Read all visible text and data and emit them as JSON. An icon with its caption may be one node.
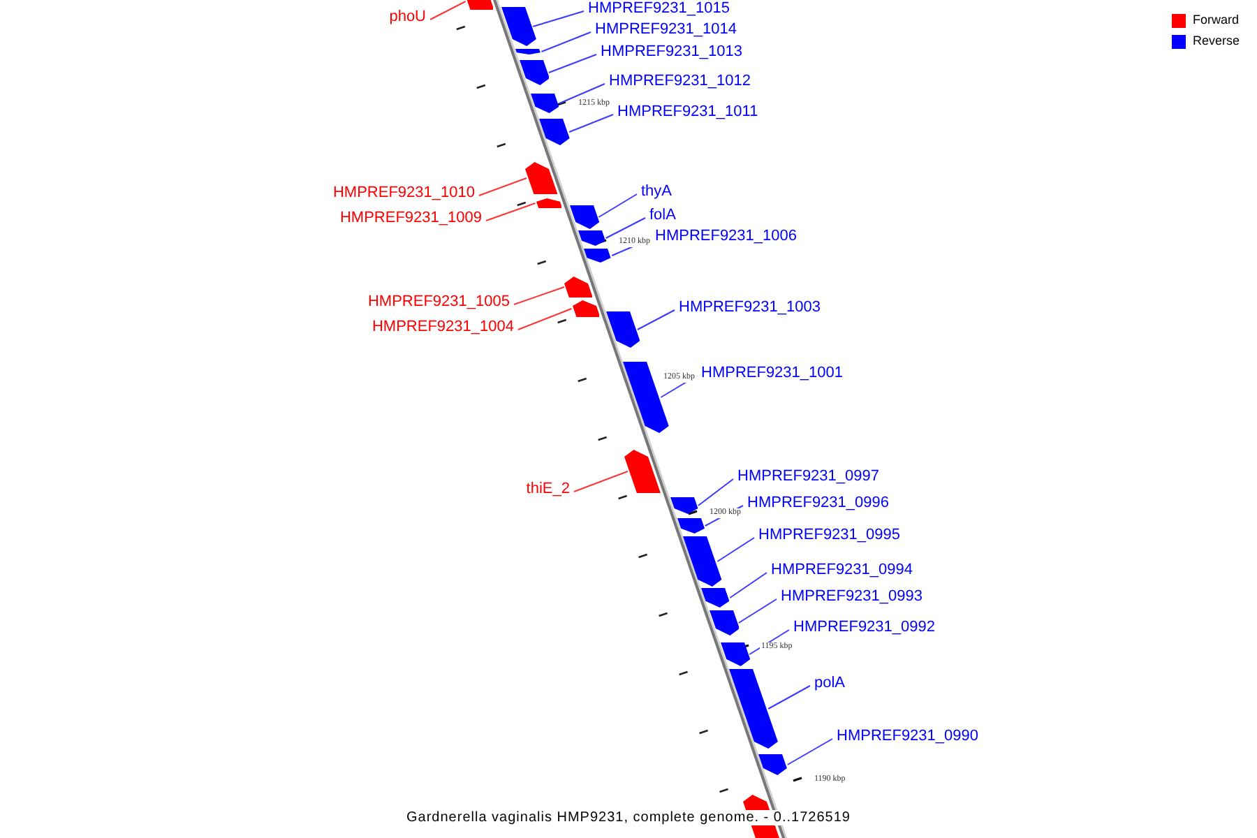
{
  "diagram": {
    "caption": "Gardnerella vaginalis HMP9231, complete genome. - 0..1726519",
    "nodes": [
      {
        "text": [
          "phoU"
        ]
      },
      {
        "text": [
          "HMPREF9231_1015"
        ]
      },
      {
        "text": [
          "HMPREF9231_1014"
        ]
      },
      {
        "text": [
          "HMPREF9231_1013"
        ]
      },
      {
        "text": [
          "HMPREF9231_1012"
        ]
      },
      {
        "text": [
          "HMPREF9231_1011"
        ]
      },
      {
        "text": [
          "HMPREF9231_1010"
        ]
      },
      {
        "text": [
          "HMPREF9231_1009"
        ]
      },
      {
        "text": [
          "thyA"
        ]
      },
      {
        "text": [
          "folA"
        ]
      },
      {
        "text": [
          "HMPREF9231_1006"
        ]
      },
      {
        "text": [
          "HMPREF9231_1005"
        ]
      },
      {
        "text": [
          "HMPREF9231_1004"
        ]
      },
      {
        "text": [
          "HMPREF9231_1003"
        ]
      },
      {
        "text": [
          "HMPREF9231_1001"
        ]
      },
      {
        "text": [
          "thiE_2"
        ]
      },
      {
        "text": [
          "HMPREF9231_0997"
        ]
      },
      {
        "text": [
          "HMPREF9231_0996"
        ]
      },
      {
        "text": [
          "HMPREF9231_0995"
        ]
      },
      {
        "text": [
          "HMPREF9231_0994"
        ]
      },
      {
        "text": [
          "HMPREF9231_0993"
        ]
      },
      {
        "text": [
          "HMPREF9231_0992"
        ]
      },
      {
        "text": [
          "polA"
        ]
      },
      {
        "text": [
          "HMPREF9231_0990"
        ]
      },
      {
        "text": [],
        "shape": "bar"
      },
      {
        "text": [],
        "shape": "bar"
      },
      {
        "text": [],
        "shape": "bar"
      },
      {
        "text": [],
        "shape": "bar"
      },
      {
        "text": [],
        "shape": "bar"
      },
      {
        "text": [],
        "shape": "bar"
      },
      {
        "text": [],
        "shape": "bar"
      },
      {
        "text": [],
        "shape": "bar"
      },
      {
        "text": [],
        "shape": "bar"
      },
      {
        "text": [],
        "shape": "bar"
      },
      {
        "text": [],
        "shape": "bar"
      },
      {
        "text": [],
        "shape": "bar"
      },
      {
        "text": [],
        "shape": "bar"
      },
      {
        "text": [],
        "shape": "bar"
      },
      {
        "text": [],
        "shape": "bar"
      },
      {
        "text": [],
        "shape": "bar"
      },
      {
        "text": [],
        "shape": "bar"
      },
      {
        "text": [],
        "shape": "bar"
      },
      {
        "text": [],
        "shape": "bar"
      },
      {
        "text": [],
        "shape": "bar"
      },
      {
        "text": [],
        "shape": "bar"
      },
      {
        "text": [],
        "shape": "bar"
      },
      {
        "text": [],
        "shape": "bar"
      },
      {
        "text": [],
        "shape": "bar"
      },
      {
        "text": [],
        "shape": "bar"
      }
    ],
    "edges": [
      {
        "from": 0,
        "to": 24,
        "arrow": "none",
        "color": "#ff3333"
      },
      {
        "from": 1,
        "to": 25,
        "arrow": "none"
      },
      {
        "from": 2,
        "to": 26,
        "arrow": "none"
      },
      {
        "from": 3,
        "to": 27,
        "arrow": "none"
      },
      {
        "from": 4,
        "to": 28,
        "arrow": "none"
      },
      {
        "from": 5,
        "to": 29,
        "arrow": "none"
      },
      {
        "from": 6,
        "to": 30,
        "arrow": "none",
        "color": "#ff3333"
      },
      {
        "from": 7,
        "to": 31,
        "arrow": "none",
        "color": "#ff3333"
      },
      {
        "from": 8,
        "to": 32,
        "arrow": "none"
      },
      {
        "from": 9,
        "to": 33,
        "arrow": "none"
      },
      {
        "from": 10,
        "to": 34,
        "arrow": "none"
      },
      {
        "from": 11,
        "to": 35,
        "arrow": "none",
        "color": "#ff3333"
      },
      {
        "from": 12,
        "to": 36,
        "arrow": "none",
        "color": "#ff3333"
      },
      {
        "from": 13,
        "to": 37,
        "arrow": "none"
      },
      {
        "from": 14,
        "to": 38,
        "arrow": "none"
      },
      {
        "from": 15,
        "to": 39,
        "arrow": "none",
        "color": "#ff3333"
      },
      {
        "from": 16,
        "to": 40,
        "arrow": "none"
      },
      {
        "from": 17,
        "to": 41,
        "arrow": "none"
      },
      {
        "from": 18,
        "to": 42,
        "arrow": "none"
      },
      {
        "from": 19,
        "to": 43,
        "arrow": "none"
      },
      {
        "from": 20,
        "to": 44,
        "arrow": "none"
      },
      {
        "from": 21,
        "to": 45,
        "arrow": "none"
      },
      {
        "from": 22,
        "to": 46,
        "arrow": "none"
      },
      {
        "from": 23,
        "to": 47,
        "arrow": "none"
      }
    ],
    "labels": [
      "1215 kbp",
      "1210 kbp",
      "1205 kbp",
      "1200 kbp",
      "1195 kbp",
      "1190 kbp"
    ],
    "legend": [
      {
        "text": "Forward",
        "color": "#ff0000"
      },
      {
        "text": "Reverse",
        "color": "#0000ff"
      }
    ]
  }
}
